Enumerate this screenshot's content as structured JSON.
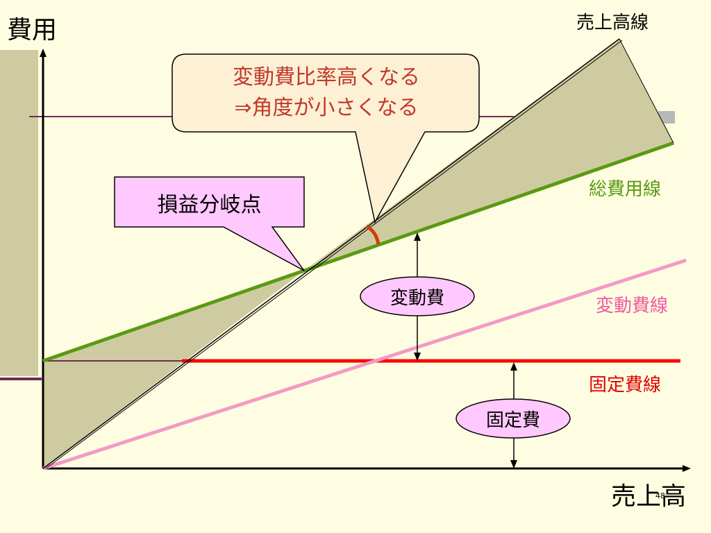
{
  "axes": {
    "y_label": "費用",
    "x_label": "売上高"
  },
  "callout_angle": {
    "line1": "変動費比率高くなる",
    "line2": "⇒角度が小さくなる"
  },
  "callout_breakeven": {
    "text": "損益分岐点"
  },
  "labels": {
    "sales_line": "売上高線",
    "total_cost_line": "総費用線",
    "variable_cost_line": "変動費線",
    "fixed_cost_line": "固定費線",
    "variable_cost": "変動費",
    "fixed_cost": "固定費"
  },
  "page_number": "48",
  "colors": {
    "background": "#fffde1",
    "region_fill": "#cfcba0",
    "total_cost": "#5a9a12",
    "variable_cost": "#f49ac4",
    "fixed_cost": "#ff0000",
    "callout_text": "#c0392b",
    "breakeven_box": "#ffc8ff",
    "angle_arc": "#d23c0a"
  }
}
